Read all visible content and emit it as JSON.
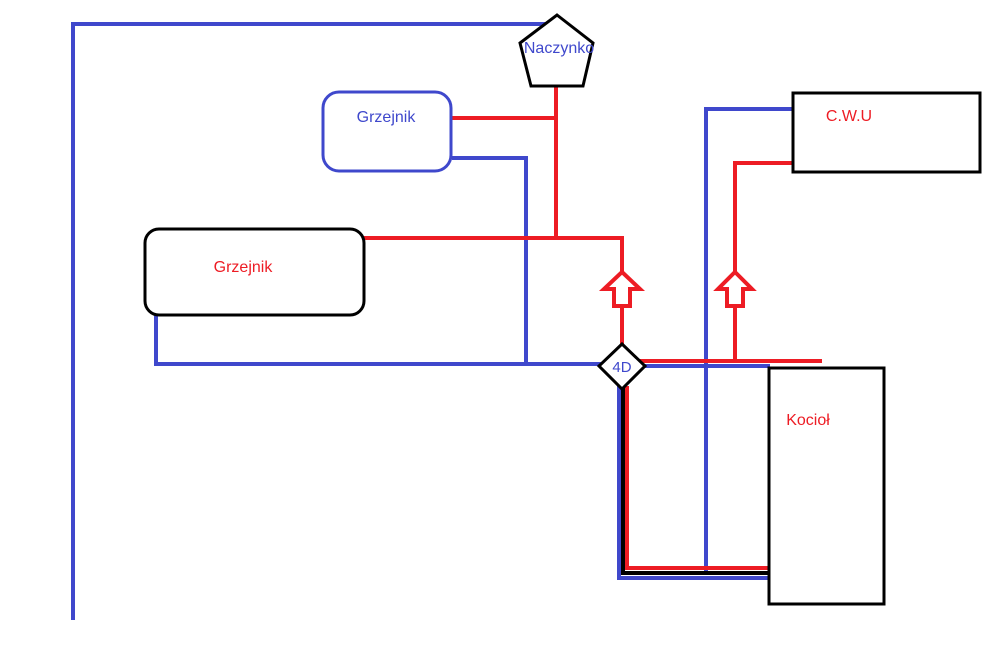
{
  "colors": {
    "supply": "#ed1c24",
    "return": "#3f48cc",
    "outline": "#000000"
  },
  "components": {
    "expansion_vessel": {
      "label": "Naczynko"
    },
    "radiator_upper": {
      "label": "Grzejnik"
    },
    "radiator_lower": {
      "label": "Grzejnik"
    },
    "hot_water_tank": {
      "label": "C.W.U"
    },
    "boiler": {
      "label": "Kocioł"
    },
    "mixing_valve": {
      "label": "4D"
    }
  },
  "icons": {
    "flow_arrow_valve": "up-arrow-outline",
    "flow_arrow_cwu": "up-arrow-outline"
  }
}
